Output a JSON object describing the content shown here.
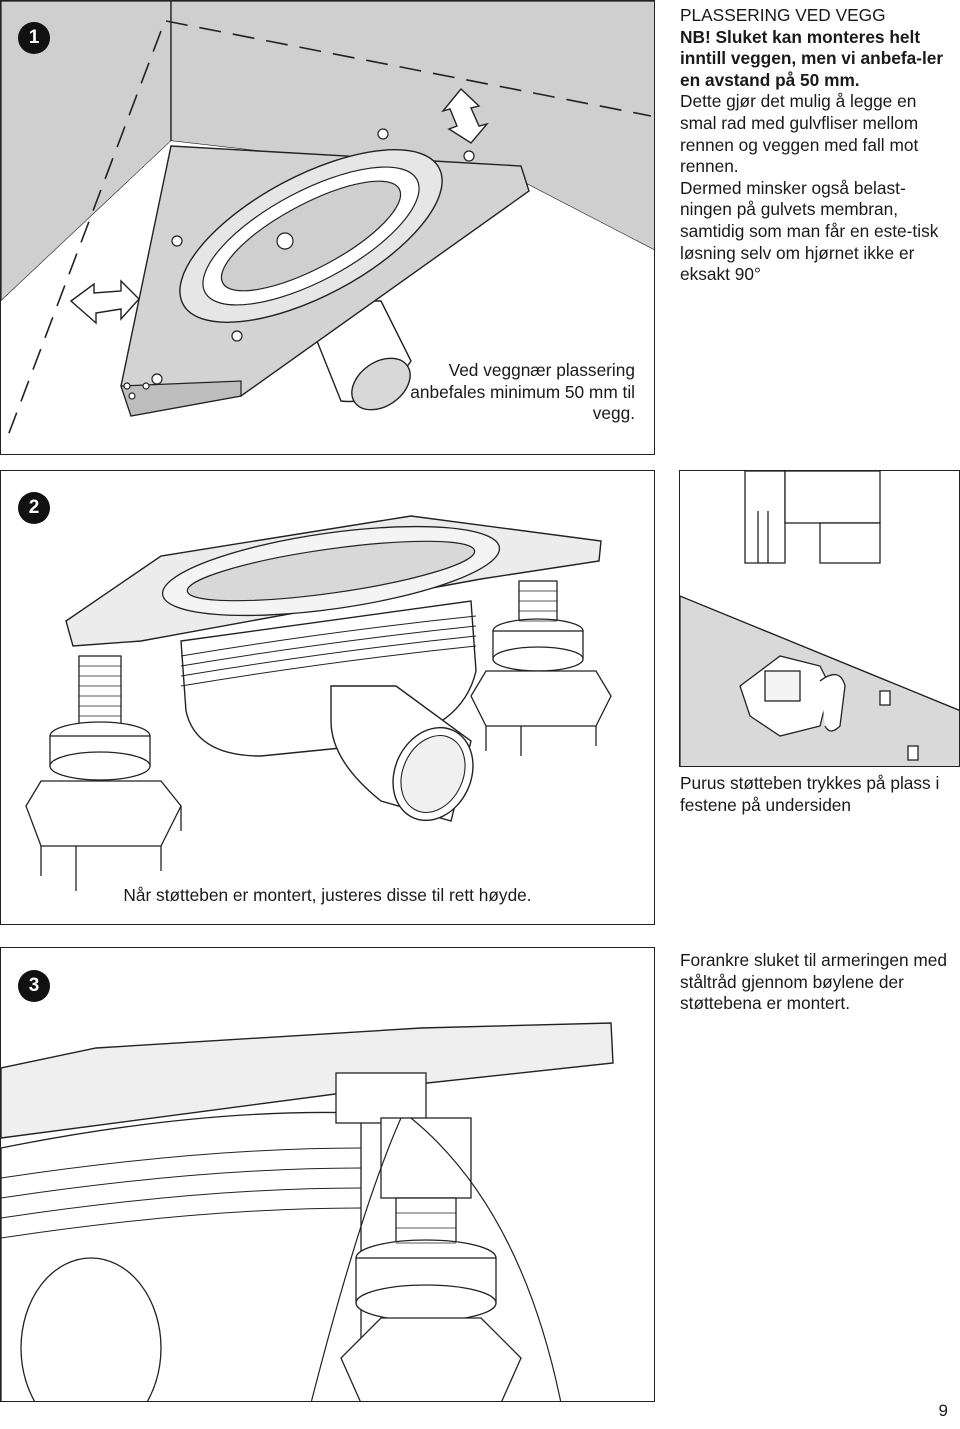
{
  "section1": {
    "badge": "1",
    "heading": "PLASSERING VED VEGG",
    "note_bold": "NB! Sluket kan monteres helt inntill veggen, men vi anbefa-ler en avstand på 50 mm.",
    "para1": "Dette gjør det mulig å legge en smal rad med gulvfliser mellom rennen og veggen med fall mot rennen.",
    "para2": "Dermed minsker også belast-ningen på gulvets membran, samtidig som man får en este-tisk løsning selv om hjørnet ikke er eksakt 90°",
    "caption": "Ved veggnær plassering anbefales minimum 50 mm til vegg."
  },
  "section2": {
    "badge": "2",
    "side_caption": "Purus støtteben trykkes på plass i festene på undersiden",
    "caption": "Når støtteben er montert, justeres disse til rett høyde."
  },
  "section3": {
    "badge": "3",
    "text": "Forankre sluket til armeringen med ståltråd gjennom bøylene der støttebena er montert."
  },
  "page_number": "9"
}
